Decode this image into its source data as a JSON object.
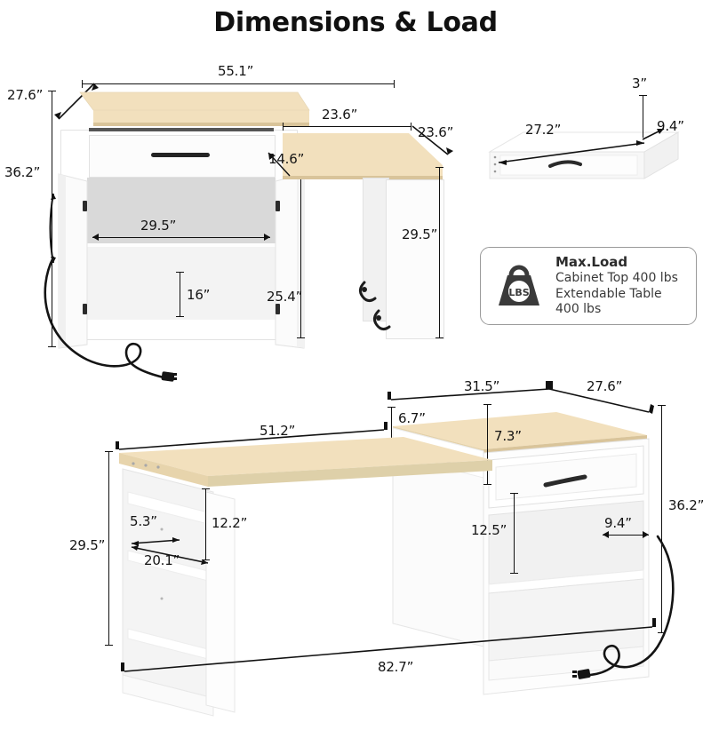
{
  "page": {
    "title": "Dimensions & Load",
    "unit_symbol": "”",
    "colors": {
      "wood_top": "#f2e0bd",
      "wood_edge": "#dcc79c",
      "cabinet_white": "#ffffff",
      "interior_grey": "#d9d9d9",
      "line_black": "#111111",
      "badge_border": "#9a9a9a"
    }
  },
  "figures": {
    "top_left_cabinet": {
      "name": "Kitchen island cabinet with extendable table (front view, doors open)",
      "dims": {
        "top_width": "55.1”",
        "top_depth": "27.6”",
        "total_height": "36.2”",
        "interior_width": "29.5”",
        "lower_shelf_height": "16”",
        "cabinet_opening_height": "25.4”",
        "table_offset": "14.6”"
      },
      "features": [
        "drawer-handle",
        "open-doors",
        "power-cord-plug"
      ]
    },
    "top_side_table": {
      "name": "Extendable side table on casters",
      "dims": {
        "table_width": "23.6”",
        "table_depth": "23.6”",
        "table_height": "29.5”"
      },
      "features": [
        "caster-wheels"
      ]
    },
    "drawer_detail": {
      "name": "Drawer box detail",
      "dims": {
        "length": "27.2”",
        "depth": "9.4”",
        "height": "3”"
      },
      "features": [
        "drawer-handle"
      ]
    },
    "bottom_assembly": {
      "name": "Full assembly with table extended (isometric)",
      "dims": {
        "cabinet_top_width": "31.5”",
        "cabinet_top_depth": "27.6”",
        "table_top_length": "51.2”",
        "table_height": "29.5”",
        "cabinet_height": "36.2”",
        "apron_height": "6.7”",
        "drawer_face_height": "7.3”",
        "shelf_opening_height": "12.5”",
        "shelf_depth": "9.4”",
        "table_shelf_height": "12.2”",
        "table_shelf_small": "5.3”",
        "table_shelf_width": "20.1”",
        "overall_width": "82.7”"
      },
      "features": [
        "power-outlet-strip",
        "drawer-handle",
        "power-cord-plug",
        "open-shelves"
      ]
    }
  },
  "load_badge": {
    "icon_label": "LBS",
    "title": "Max.Load",
    "lines": [
      "Cabinet Top 400 lbs",
      "Extendable Table 400 lbs"
    ]
  }
}
